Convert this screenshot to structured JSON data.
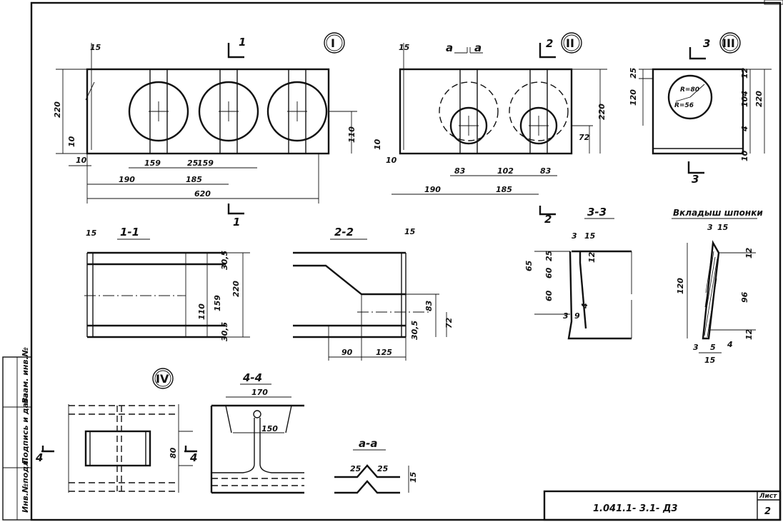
{
  "sheet": {
    "code": "1.041.1- 3.1- Д3",
    "sheet_label": "Лист",
    "sheet_number": "2",
    "side_stamp": [
      "Инв.№подл.",
      "Подпись и дата",
      "Взам. инв.№"
    ]
  },
  "view_marks": {
    "v1": "I",
    "v2": "II",
    "v3": "III",
    "v4": "IV"
  },
  "section_titles": {
    "s11": "1-1",
    "s22": "2-2",
    "s33": "3-3",
    "s44": "4-4",
    "saa": "а-а",
    "insert": "Вкладыш шпонки"
  },
  "cut_labels": {
    "c1": "1",
    "c2": "2",
    "c3": "3",
    "c4": "4",
    "ca": "а"
  },
  "dims": {
    "v1": {
      "top": "15",
      "height": "220",
      "left_a": "10",
      "left_b": "10",
      "hole": "159",
      "gap": "25",
      "hole2": "159",
      "d190": "190",
      "d185": "185",
      "total": "620",
      "h110": "110"
    },
    "v2": {
      "top": "15",
      "left_a": "10",
      "left_b": "10",
      "d83a": "83",
      "d102": "102",
      "d83b": "83",
      "d190": "190",
      "d185": "185",
      "h220": "220",
      "h72": "72"
    },
    "v3": {
      "h25": "25",
      "h120": "120",
      "r1": "R=80",
      "r2": "R=56",
      "h12": "12",
      "h104": "104",
      "h4": "4",
      "h220": "220",
      "h10": "10"
    },
    "s11": {
      "top": "15",
      "h305a": "30,5",
      "h220": "220",
      "h110": "110",
      "h159": "159",
      "h305b": "30,5"
    },
    "s22": {
      "top": "15",
      "h83": "83",
      "h72": "72",
      "h305": "30,5",
      "d90": "90",
      "d125": "125"
    },
    "s33": {
      "t3": "3",
      "t15": "15",
      "h65": "65",
      "h60": "60",
      "h25": "25",
      "h12": "12",
      "h60b": "60",
      "h4": "4",
      "b3": "3",
      "b9": "9"
    },
    "insert": {
      "t3": "3",
      "t15": "15",
      "h120": "120",
      "h12a": "12",
      "h96": "96",
      "h12b": "12",
      "h4": "4",
      "b3": "3",
      "b5": "5",
      "b15": "15"
    },
    "v4": {
      "h80": "80"
    },
    "s44": {
      "w170": "170",
      "w150": "150"
    },
    "saa": {
      "a25": "25",
      "b25": "25",
      "h15": "15"
    }
  }
}
